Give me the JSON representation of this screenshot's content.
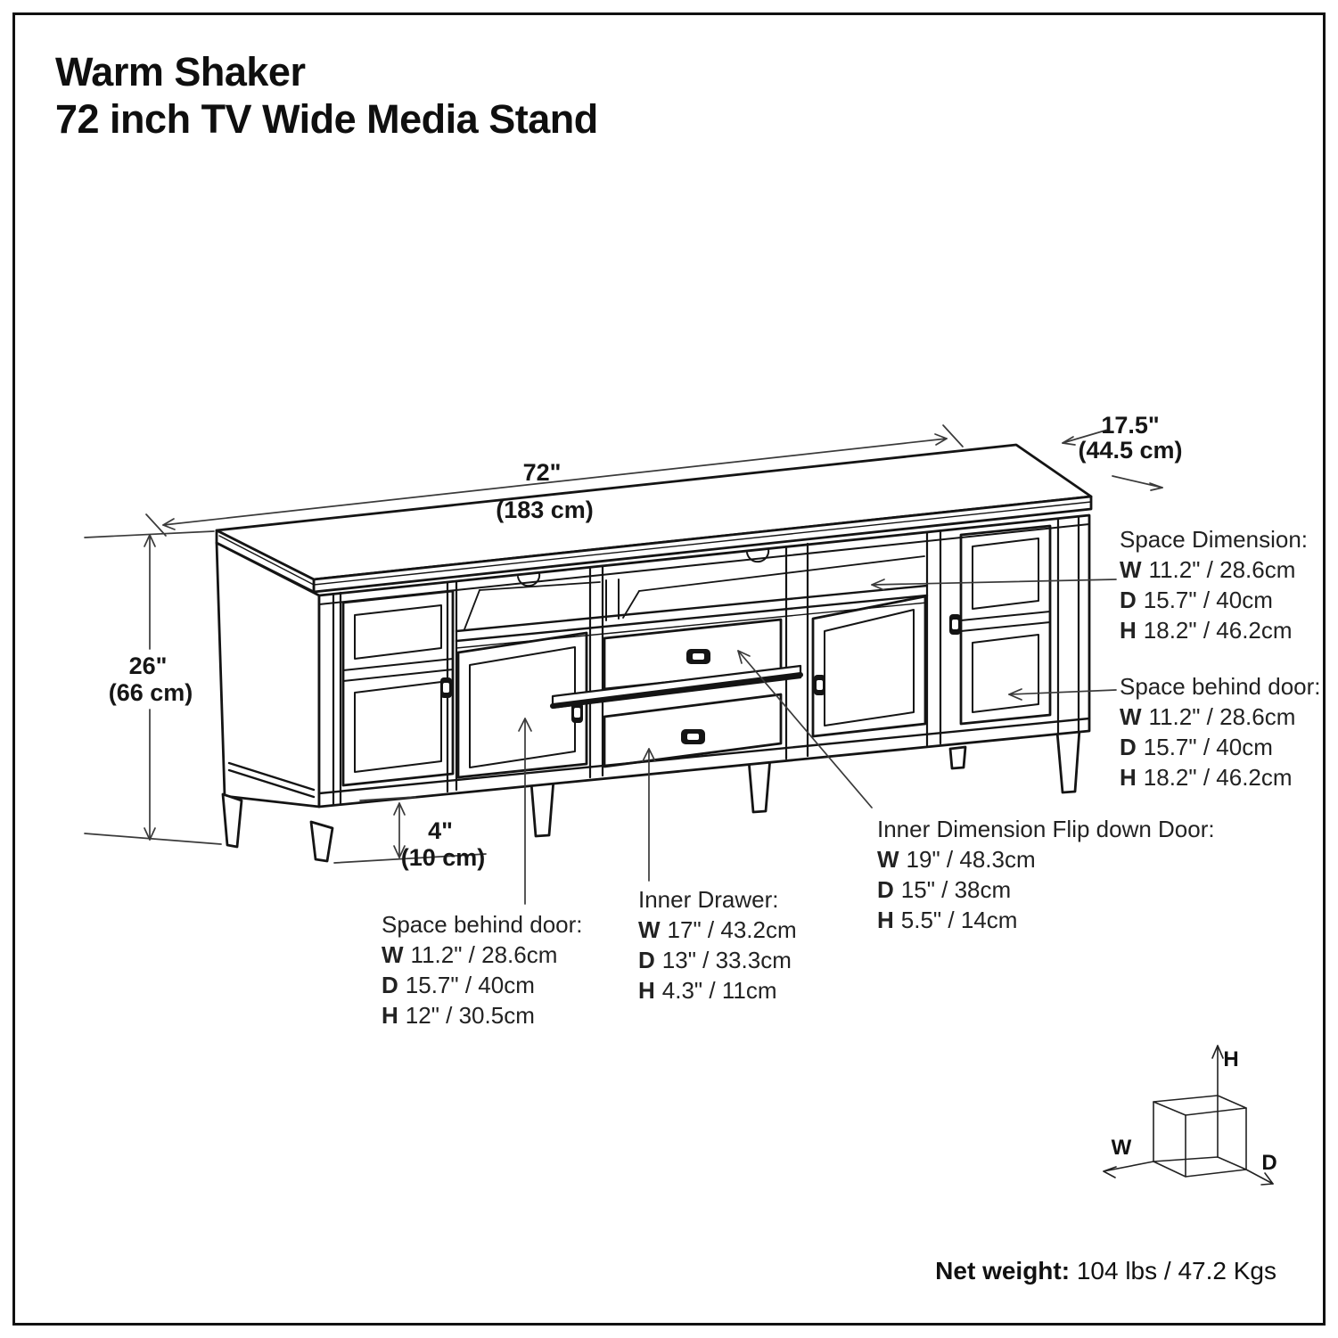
{
  "title": {
    "line1": "Warm Shaker",
    "line2": "72 inch TV Wide Media Stand"
  },
  "dimensions": {
    "width": {
      "inches": "72\"",
      "metric": "(183 cm)"
    },
    "depth": {
      "inches": "17.5\"",
      "metric": "(44.5 cm)"
    },
    "height": {
      "inches": "26\"",
      "metric": "(66 cm)"
    },
    "leg_height": {
      "inches": "4\"",
      "metric": "(10 cm)"
    }
  },
  "callouts": {
    "space_dimension": {
      "heading": "Space Dimension:",
      "rows": [
        {
          "k": "W",
          "v": "11.2\" / 28.6cm"
        },
        {
          "k": "D",
          "v": "15.7\" / 40cm"
        },
        {
          "k": "H",
          "v": "18.2\" / 46.2cm"
        }
      ]
    },
    "space_behind_door_right": {
      "heading": "Space behind door:",
      "rows": [
        {
          "k": "W",
          "v": "11.2\" / 28.6cm"
        },
        {
          "k": "D",
          "v": "15.7\" / 40cm"
        },
        {
          "k": "H",
          "v": "18.2\" / 46.2cm"
        }
      ]
    },
    "flip_down_door": {
      "heading": "Inner Dimension Flip down Door:",
      "rows": [
        {
          "k": "W",
          "v": "19\" / 48.3cm"
        },
        {
          "k": "D",
          "v": "15\" / 38cm"
        },
        {
          "k": "H",
          "v": "5.5\" / 14cm"
        }
      ]
    },
    "inner_drawer": {
      "heading": "Inner Drawer:",
      "rows": [
        {
          "k": "W",
          "v": "17\" / 43.2cm"
        },
        {
          "k": "D",
          "v": "13\" / 33.3cm"
        },
        {
          "k": "H",
          "v": "4.3\" / 11cm"
        }
      ]
    },
    "space_behind_door_left": {
      "heading": "Space behind door:",
      "rows": [
        {
          "k": "W",
          "v": "11.2\" / 28.6cm"
        },
        {
          "k": "D",
          "v": "15.7\" / 40cm"
        },
        {
          "k": "H",
          "v": "12\" / 30.5cm"
        }
      ]
    }
  },
  "axis_cube": {
    "h": "H",
    "w": "W",
    "d": "D"
  },
  "footer": {
    "net_weight_label": "Net weight:",
    "net_weight_value": "104 lbs / 47.2 Kgs"
  }
}
